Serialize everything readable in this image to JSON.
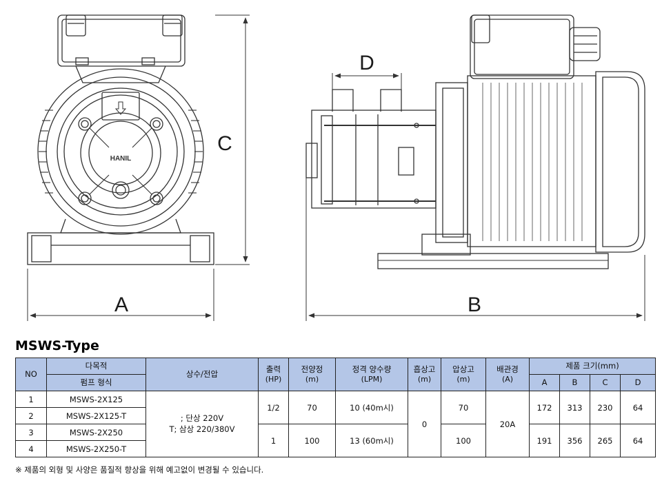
{
  "drawing": {
    "front_labels": {
      "a": "A",
      "c": "C"
    },
    "side_labels": {
      "b": "B",
      "d": "D"
    },
    "brand": "HANIL"
  },
  "title": "MSWS-Type",
  "table": {
    "headers": {
      "no": "NO",
      "model_group": "다목적",
      "model": "펌프 형식",
      "phase": "상수/전압",
      "output": "출력",
      "output_unit": "(HP)",
      "head": "전양정",
      "head_unit": "(m)",
      "flow": "정격 양수량",
      "flow_unit": "(LPM)",
      "suction": "흡상고",
      "suction_unit": "(m)",
      "discharge": "압상고",
      "discharge_unit": "(m)",
      "pipe": "배관경",
      "pipe_unit": "(A)",
      "size": "제품 크기(mm)",
      "dims": [
        "A",
        "B",
        "C",
        "D"
      ]
    },
    "rows": [
      {
        "no": "1",
        "model": "MSWS-2X125"
      },
      {
        "no": "2",
        "model": "MSWS-2X125-T"
      },
      {
        "no": "3",
        "model": "MSWS-2X250"
      },
      {
        "no": "4",
        "model": "MSWS-2X250-T"
      }
    ],
    "phase_lines": [
      "; 단상 220V",
      "T; 삼상 220/380V"
    ],
    "groups": [
      {
        "output": "1/2",
        "head": "70",
        "flow": "10 (40m시)",
        "discharge": "70",
        "a": "172",
        "b": "313",
        "c": "230",
        "d": "64"
      },
      {
        "output": "1",
        "head": "100",
        "flow": "13 (60m시)",
        "discharge": "100",
        "a": "191",
        "b": "356",
        "c": "265",
        "d": "64"
      }
    ],
    "suction_value": "0",
    "pipe_value": "20A"
  },
  "note": "※ 제품의 외형 및 사양은 품질적 향상을 위해 예고없이 변경될 수 있습니다."
}
